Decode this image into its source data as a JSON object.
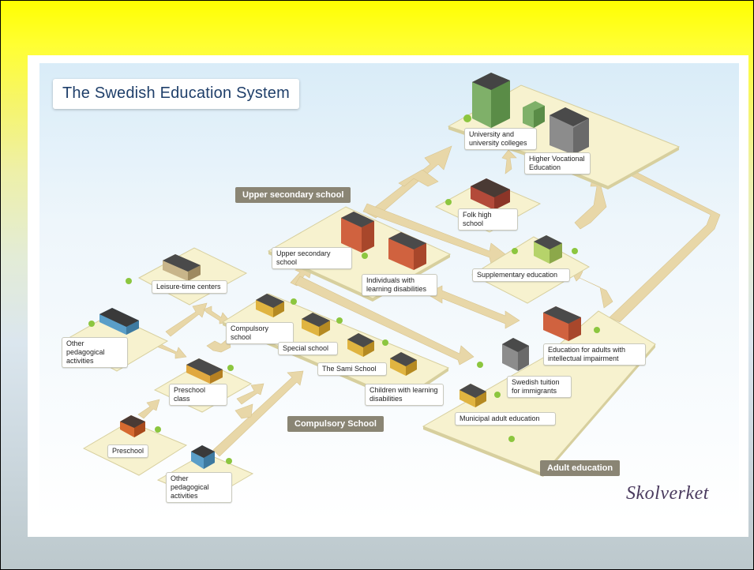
{
  "title": "The Swedish Education System",
  "logo": "Skolverket",
  "section_tags": {
    "upper_secondary": "Upper secondary school",
    "compulsory": "Compulsory School",
    "adult": "Adult education"
  },
  "labels": {
    "university": "University and university colleges",
    "higher_vocational": "Higher Vocational Education",
    "folk_high_school": "Folk high school",
    "upper_secondary_school": "Upper secondary school",
    "individuals_ld": "Individuals with learning disabilities",
    "supplementary": "Supplementary education",
    "leisure_time": "Leisure-time centers",
    "other_ped_1": "Other pedagogical activities",
    "compulsory_school": "Compulsory school",
    "special_school": "Special school",
    "sami_school": "The Sami School",
    "children_ld": "Children with learning disabilities",
    "preschool_class": "Preschool class",
    "preschool": "Preschool",
    "other_ped_2": "Other pedagogical activities",
    "adults_intellectual": "Education for adults with intellectual impairment",
    "swedish_tuition": "Swedish tuition for immigrants",
    "municipal_adult": "Municipal adult education"
  },
  "colors": {
    "platform": "#f7f2cf",
    "platform_edge": "#d7cf9e",
    "arrow": "#e8d7a8",
    "tag": "#8a8574",
    "title_text": "#1f3f6a",
    "header_yellow": "#ffff00"
  }
}
